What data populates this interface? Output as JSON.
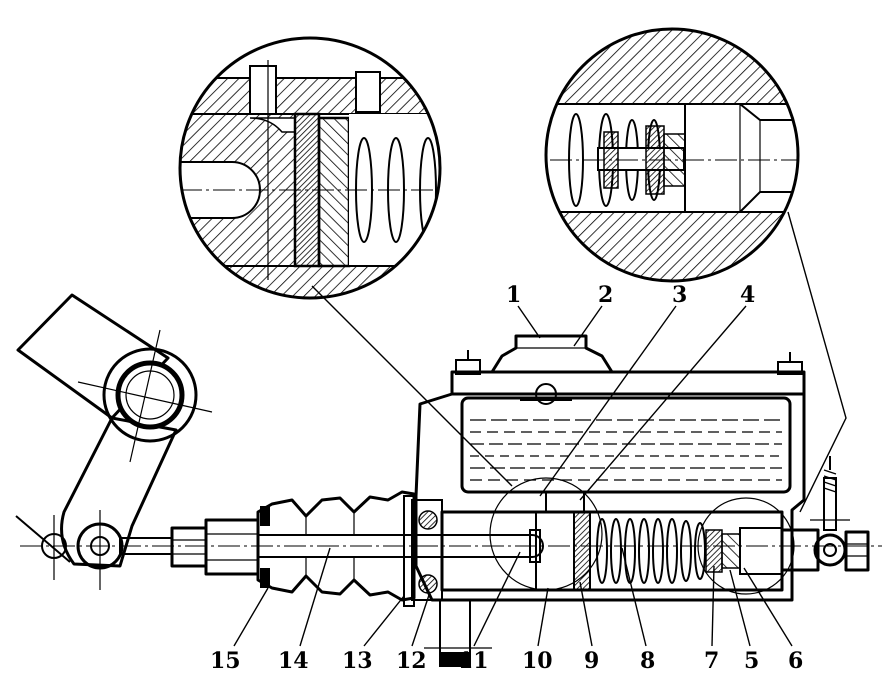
{
  "callouts": [
    "1",
    "2",
    "3",
    "4",
    "5",
    "6",
    "7",
    "8",
    "9",
    "10",
    "11",
    "12",
    "13",
    "14",
    "15"
  ],
  "colors": {
    "background": "#ffffff",
    "ink": "#000000"
  }
}
